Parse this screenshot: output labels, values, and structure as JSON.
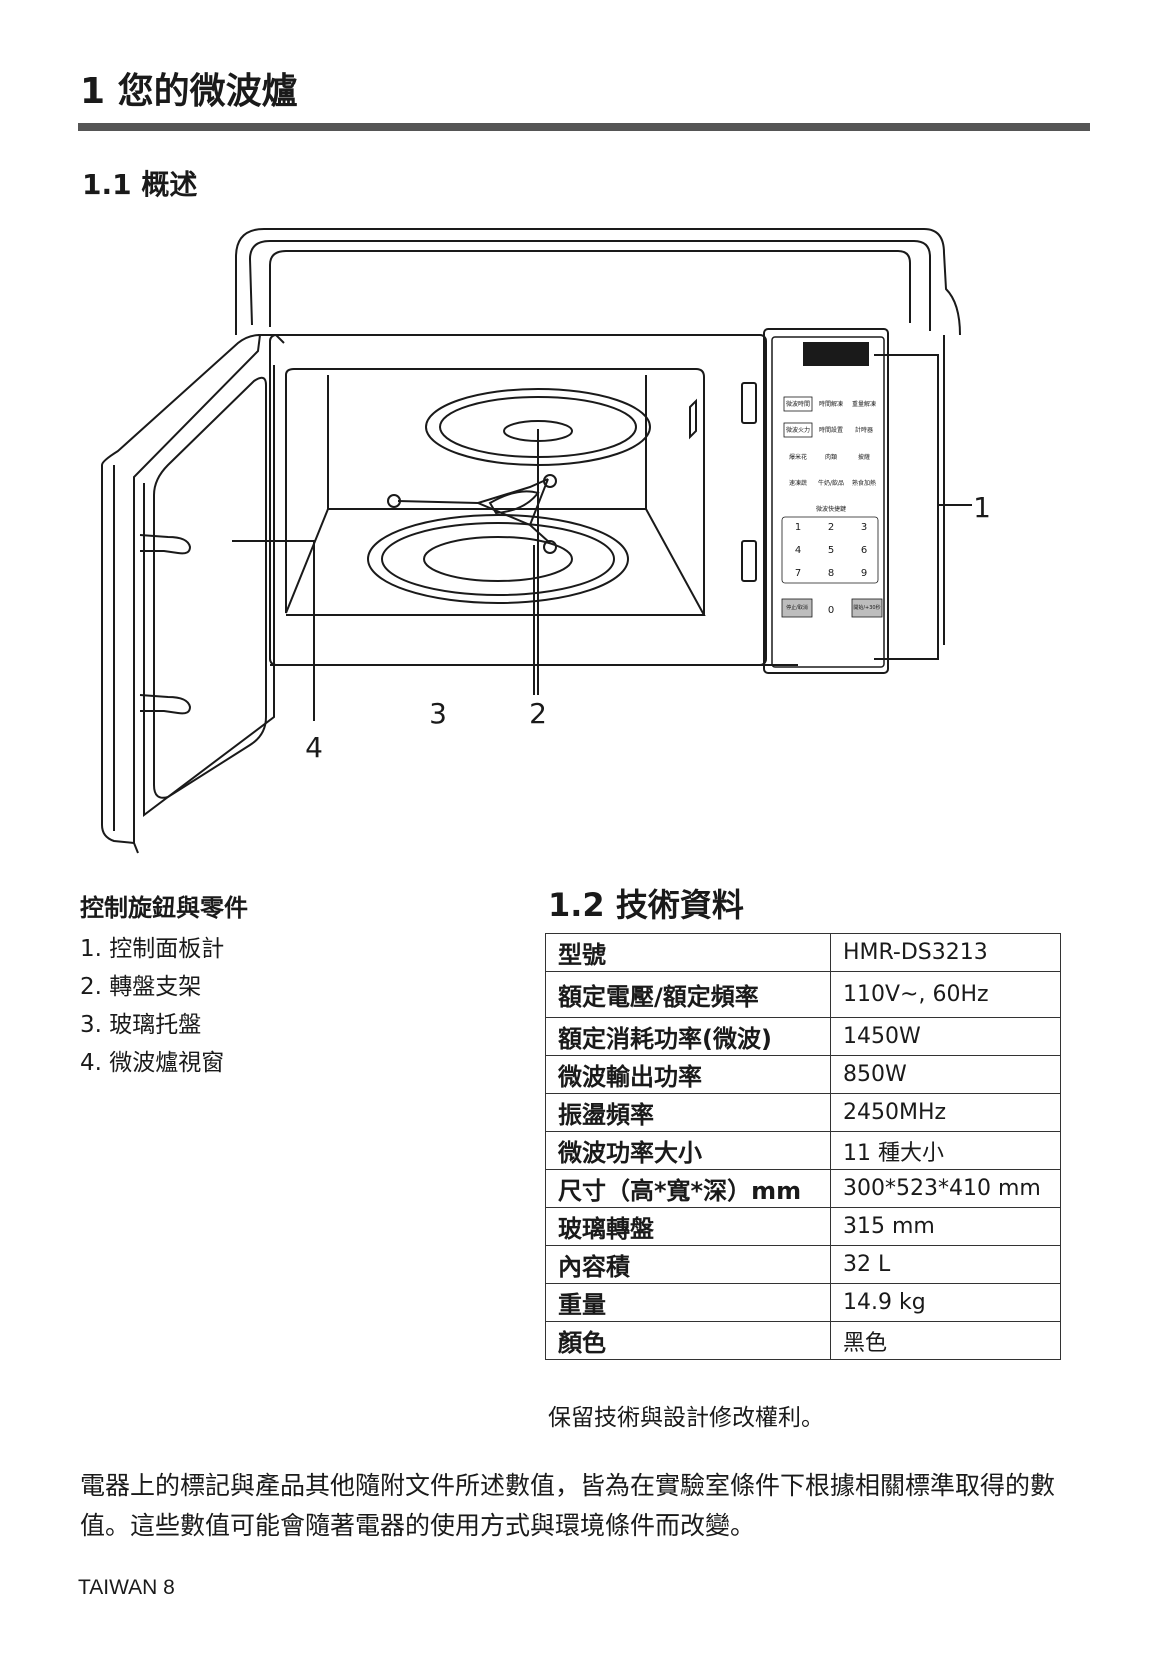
{
  "chapter": {
    "title": "1 您的微波爐"
  },
  "overview": {
    "title": "1.1 概述",
    "callouts": [
      "1",
      "2",
      "3",
      "4"
    ],
    "panel": {
      "row1": [
        "微波時間",
        "時間解凍",
        "重量解凍"
      ],
      "row2": [
        "微波火力",
        "時間設置",
        "計時器"
      ],
      "row3": [
        "爆米花",
        "肉類",
        "披薩"
      ],
      "row4": [
        "速凍蔬",
        "牛奶/飲品",
        "熟食加熱"
      ],
      "express": "微波快捷鍵",
      "keys": [
        "1",
        "2",
        "3",
        "4",
        "5",
        "6",
        "7",
        "8",
        "9",
        "0"
      ],
      "stop_label": "停止/取消",
      "start_label": "開始/+30秒"
    }
  },
  "parts": {
    "heading": "控制旋鈕與零件",
    "items": [
      "1. 控制面板計",
      "2. 轉盤支架",
      "3. 玻璃托盤",
      "4. 微波爐視窗"
    ]
  },
  "spec": {
    "title": "1.2 技術資料",
    "rows": [
      {
        "key": "型號",
        "value": "HMR-DS3213"
      },
      {
        "key": "額定電壓/額定頻率",
        "value": "110V~, 60Hz"
      },
      {
        "key": "額定消耗功率(微波)",
        "value": "1450W"
      },
      {
        "key": "微波輸出功率",
        "value": "850W"
      },
      {
        "key": "振盪頻率",
        "value": "2450MHz"
      },
      {
        "key": "微波功率大小",
        "value": "11 種大小"
      },
      {
        "key": "尺寸（高*寬*深）mm",
        "value": "300*523*410 mm"
      },
      {
        "key": "玻璃轉盤",
        "value": "315 mm"
      },
      {
        "key": "內容積",
        "value": "32 L"
      },
      {
        "key": "重量",
        "value": "14.9 kg"
      },
      {
        "key": "顏色",
        "value": "黑色"
      }
    ],
    "note": "保留技術與設計修改權利。"
  },
  "disclaimer": "電器上的標記與產品其他隨附文件所述數值，皆為在實驗室條件下根據相關標準取得的數值。這些數值可能會隨著電器的使用方式與環境條件而改變。",
  "footer": "TAIWAN 8"
}
